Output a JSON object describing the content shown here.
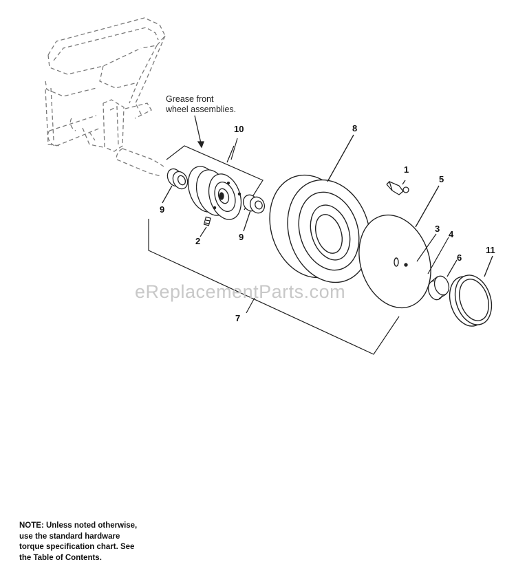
{
  "grease_note": {
    "line1": "Grease front",
    "line2": "wheel assemblies."
  },
  "callouts": {
    "p1": "1",
    "p2": "2",
    "p3": "3",
    "p4": "4",
    "p5": "5",
    "p6": "6",
    "p7": "7",
    "p8": "8",
    "p9a": "9",
    "p9b": "9",
    "p10": "10",
    "p11": "11"
  },
  "watermark": "eReplacementParts.com",
  "note": {
    "line1": "NOTE: Unless noted otherwise,",
    "line2": "use the standard hardware",
    "line3": "torque specification chart. See",
    "line4": "the Table of Contents."
  },
  "colors": {
    "line": "#222222",
    "dashed_frame": "#777777",
    "watermark": "#c8c8c8"
  }
}
